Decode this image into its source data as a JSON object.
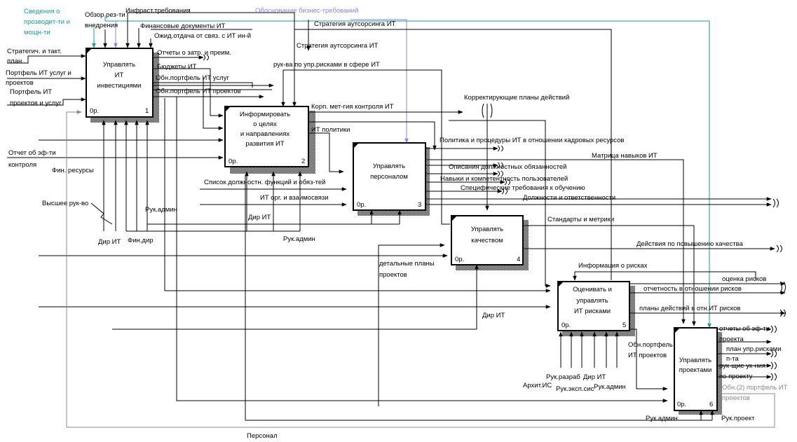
{
  "boxes": [
    {
      "id": 1,
      "title": [
        "Управлять",
        "ИТ",
        "инвестициями"
      ],
      "cost": "0р.",
      "num": "1"
    },
    {
      "id": 2,
      "title": [
        "Информировать",
        "о целях",
        "и направлениях",
        "развития ИТ"
      ],
      "cost": "0р.",
      "num": "2"
    },
    {
      "id": 3,
      "title": [
        "Управлять",
        "персоналом"
      ],
      "cost": "0р.",
      "num": "3"
    },
    {
      "id": 4,
      "title": [
        "Управлять",
        "качеством"
      ],
      "cost": "0р.",
      "num": "4"
    },
    {
      "id": 5,
      "title": [
        "Оценивать и",
        "управлять",
        "ИТ рисками"
      ],
      "cost": "0р.",
      "num": "5"
    },
    {
      "id": 6,
      "title": [
        "Управлять",
        "проектами"
      ],
      "cost": "0р.",
      "num": "6"
    }
  ],
  "labels": {
    "svedeniya": [
      "Сведения о",
      "прозводит-ти и",
      "мощн-ти"
    ],
    "obzor": [
      "Обзор рез-ти",
      "внедрения"
    ],
    "infrastr": "Инфраст.требования",
    "obosnovanie": "Обоснование бизнес-требований",
    "fin_docs": "Финансовые документы ИТ",
    "ozhid": "Ожид.отдача от связ. с ИТ ин-й",
    "strat_out1": "Стратегия аутсорсинга ИТ",
    "strat_out2": "Стратегия аутсорсинга ИТ",
    "strateg_plan": [
      "Стратегич. и такт.",
      "план"
    ],
    "portfel_uslug": [
      "Портфель ИТ услуг и",
      "проектов"
    ],
    "portfel_proekt": [
      "Портфель ИТ",
      "проектов и услуг"
    ],
    "otchety_zatr": "Отчеты о затр. и преим.",
    "budget": "Бюджеты ИТ",
    "obn_uslug": "Обн.портфель ИТ услуг",
    "obn_proekt": "Обн.портфель ИТ проектов",
    "ruk_va": "рук-ва по упр.рисками в сфере ИТ",
    "korp_met": "Корп. мет-гия контроля ИТ",
    "korr_plany": "Корректирующие планы действий",
    "it_polit": "ИТ политики",
    "politika_kadr": "Политика и процедуры ИТ в отношении кадровых ресурсов",
    "otchet_eff": [
      "Отчет об эф-ти",
      "контроля"
    ],
    "matrica": "Матрица навыков ИТ",
    "fin_res": "Фин. ресурсы",
    "opis_dolzh": "Описания должностных обязанностей",
    "navyki": "Навыки и компетентность пользователей",
    "spisok": "Список должностн. функций и обяз-тей",
    "specif": "Специфические требования к обучению",
    "dolzhn_otv": "Должности и ответственности",
    "vysshee": "Высшее рук-во",
    "it_org": "ИТ орг. и взаимосвязи",
    "ruk_admin_1": "Рук.админ",
    "dir_it_1": "Дир ИТ",
    "standarty": "Стандарты и метрики",
    "dir_it_2": "Дир ИТ",
    "fin_dir": "Фин.дир",
    "ruk_admin_2": "Рук.админ",
    "deystviya": "Действия по повышению качества",
    "detal_plany": [
      "детальные планы",
      "проектов"
    ],
    "info_riski": "Информация о рисках",
    "ocenka": "оценка рисков",
    "otchetnost": "отчетность в отношении рисков",
    "plany_riski": "планы действий в отн.ИТ рисков",
    "dir_it_3": "Дир ИТ",
    "otchety_eff": "отчеты об эф-ти",
    "proekta": "проекта",
    "plan_upr": "план упр.рисками",
    "p_ta": "п-та",
    "ruk_uk": "рук-щие ук-ния",
    "po_proektu": "по проекту",
    "obn_portfel_2": "Обн.(2) портфель ИТ",
    "proektov": "проектов",
    "obn_portfel_it": [
      "Обн.портфель",
      "ИТ проектов"
    ],
    "ruk_razrab": "Рук.разраб",
    "arhit": "Архит.ИС",
    "dir_it_4": "Дир ИТ",
    "ruk_eksp": "Рук.эксп.сис",
    "ruk_admin_3": "Рук.админ",
    "ruk_admin_4": "Рук.админ",
    "ruk_proekt": "Рук.проект",
    "personal": "Персонал"
  },
  "colors": {
    "teal": "#1a9a9a",
    "violet": "#8c84e8",
    "gray": "#8a8a8a"
  }
}
